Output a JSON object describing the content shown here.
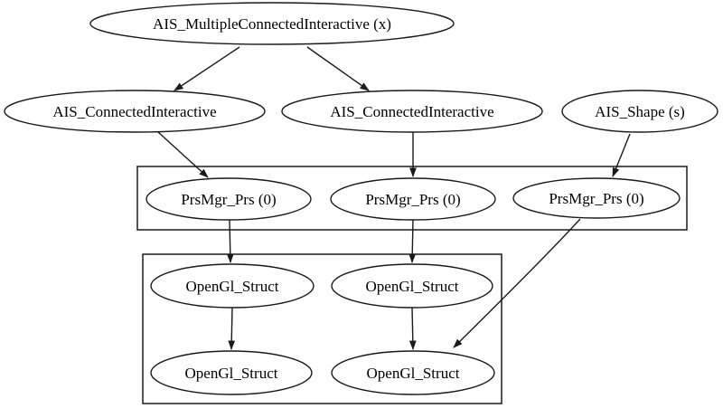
{
  "diagram": {
    "type": "directed-graph",
    "colors": {
      "background": "#ffffff",
      "stroke": "#1a1a1a",
      "text": "#000000"
    },
    "nodes": {
      "root": {
        "label": "AIS_MultipleConnectedInteractive (x)",
        "shape": "ellipse"
      },
      "connected_left": {
        "label": "AIS_ConnectedInteractive",
        "shape": "ellipse"
      },
      "connected_right": {
        "label": "AIS_ConnectedInteractive",
        "shape": "ellipse"
      },
      "ais_shape": {
        "label": "AIS_Shape (s)",
        "shape": "ellipse"
      },
      "prs_left": {
        "label": "PrsMgr_Prs (0)",
        "shape": "ellipse"
      },
      "prs_mid": {
        "label": "PrsMgr_Prs (0)",
        "shape": "ellipse"
      },
      "prs_right": {
        "label": "PrsMgr_Prs (0)",
        "shape": "ellipse"
      },
      "gl_top_left": {
        "label": "OpenGl_Struct",
        "shape": "ellipse"
      },
      "gl_top_right": {
        "label": "OpenGl_Struct",
        "shape": "ellipse"
      },
      "gl_bottom_left": {
        "label": "OpenGl_Struct",
        "shape": "ellipse"
      },
      "gl_bottom_right": {
        "label": "OpenGl_Struct",
        "shape": "ellipse"
      }
    },
    "clusters": [
      {
        "name": "prsmgr-cluster",
        "contains": [
          "prs_left",
          "prs_mid",
          "prs_right"
        ]
      },
      {
        "name": "opengl-cluster",
        "contains": [
          "gl_top_left",
          "gl_top_right",
          "gl_bottom_left",
          "gl_bottom_right"
        ]
      }
    ],
    "edges": [
      {
        "from": "root",
        "to": "connected_left"
      },
      {
        "from": "root",
        "to": "connected_right"
      },
      {
        "from": "connected_left",
        "to": "prs_left"
      },
      {
        "from": "connected_right",
        "to": "prs_mid"
      },
      {
        "from": "ais_shape",
        "to": "prs_right"
      },
      {
        "from": "prs_left",
        "to": "gl_top_left"
      },
      {
        "from": "prs_mid",
        "to": "gl_top_right"
      },
      {
        "from": "prs_right",
        "to": "gl_bottom_right"
      },
      {
        "from": "gl_top_left",
        "to": "gl_bottom_left"
      },
      {
        "from": "gl_top_right",
        "to": "gl_bottom_right"
      }
    ]
  }
}
